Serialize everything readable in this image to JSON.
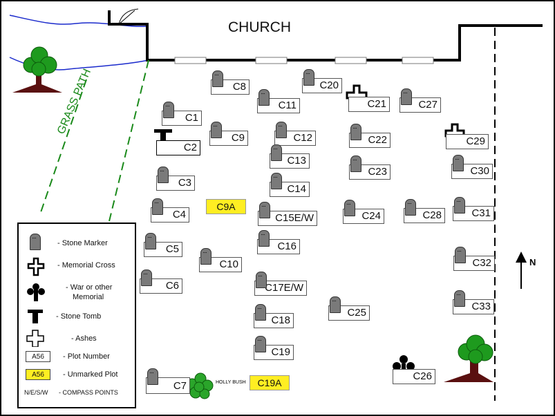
{
  "labels": {
    "church": "CHURCH",
    "grass_path": "GRASS PATH",
    "north": "N",
    "holly_bush": "HOLLY BUSH"
  },
  "plots": [
    {
      "id": "C1",
      "type": "stone"
    },
    {
      "id": "C2",
      "type": "tomb"
    },
    {
      "id": "C3",
      "type": "stone"
    },
    {
      "id": "C4",
      "type": "stone"
    },
    {
      "id": "C5",
      "type": "stone"
    },
    {
      "id": "C6",
      "type": "stone"
    },
    {
      "id": "C7",
      "type": "stone"
    },
    {
      "id": "C8",
      "type": "stone"
    },
    {
      "id": "C9",
      "type": "stone"
    },
    {
      "id": "C9A",
      "type": "unmarked"
    },
    {
      "id": "C10",
      "type": "stone"
    },
    {
      "id": "C11",
      "type": "stone"
    },
    {
      "id": "C12",
      "type": "stone"
    },
    {
      "id": "C13",
      "type": "stone"
    },
    {
      "id": "C14",
      "type": "stone"
    },
    {
      "id": "C15E/W",
      "type": "stone"
    },
    {
      "id": "C16",
      "type": "stone"
    },
    {
      "id": "C17E/W",
      "type": "stone"
    },
    {
      "id": "C18",
      "type": "stone"
    },
    {
      "id": "C19",
      "type": "stone"
    },
    {
      "id": "C19A",
      "type": "unmarked"
    },
    {
      "id": "C20",
      "type": "stone"
    },
    {
      "id": "C21",
      "type": "memorial-cross"
    },
    {
      "id": "C22",
      "type": "stone"
    },
    {
      "id": "C23",
      "type": "stone"
    },
    {
      "id": "C24",
      "type": "stone"
    },
    {
      "id": "C25",
      "type": "stone"
    },
    {
      "id": "C26",
      "type": "war-memorial"
    },
    {
      "id": "C27",
      "type": "stone"
    },
    {
      "id": "C28",
      "type": "stone"
    },
    {
      "id": "C29",
      "type": "memorial-cross"
    },
    {
      "id": "C30",
      "type": "stone"
    },
    {
      "id": "C31",
      "type": "stone"
    },
    {
      "id": "C32",
      "type": "stone"
    },
    {
      "id": "C33",
      "type": "stone"
    }
  ],
  "legend": {
    "stone_marker": "- Stone Marker",
    "memorial_cross": "- Memorial Cross",
    "war_memorial_1": "- War or other",
    "war_memorial_2": "Memorial",
    "stone_tomb": "- Stone Tomb",
    "ashes": "- Ashes",
    "plot_number_sample": "A56",
    "plot_number": "- Plot Number",
    "unmarked_sample": "A56",
    "unmarked_plot": "- Unmarked Plot",
    "compass_sample": "N/E/S/W",
    "compass_points": "- COMPASS POINTS"
  },
  "colors": {
    "path": "#1a8a1a",
    "unmarked": "#ffee22",
    "tree_foliage": "#1e9a1e",
    "tree_trunk": "#5a1010",
    "stream": "#1a2acc"
  }
}
